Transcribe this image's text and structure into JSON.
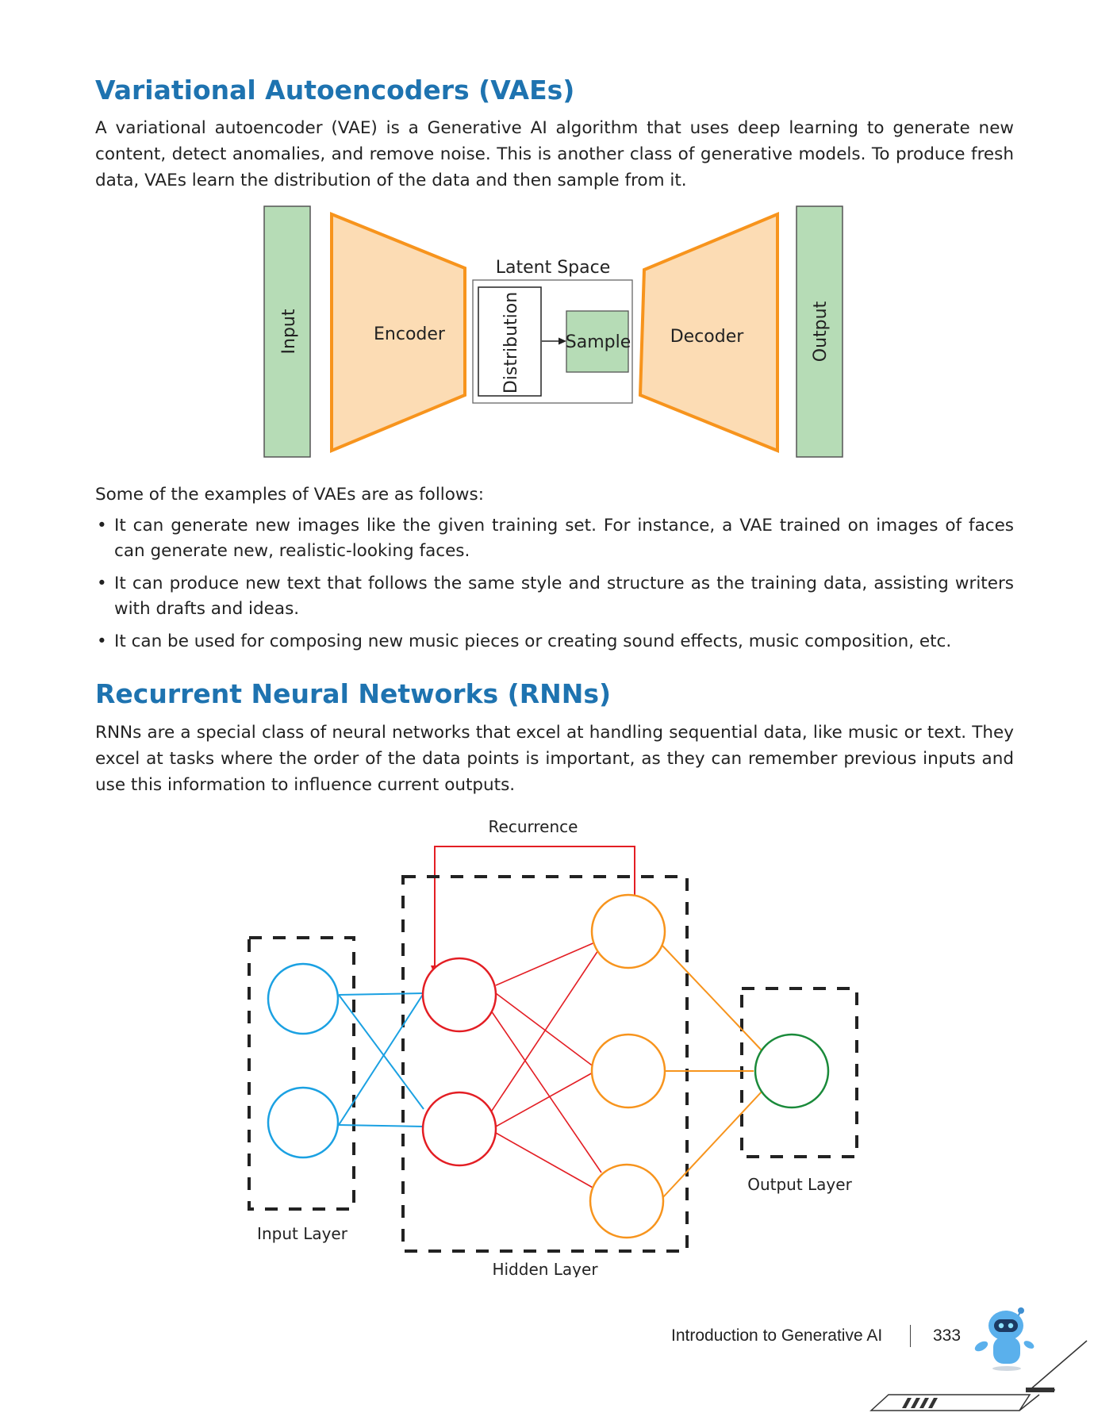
{
  "vae": {
    "heading": "Variational Autoencoders (VAEs)",
    "paragraph": "A variational autoencoder (VAE) is a Generative AI algorithm that uses deep learning to generate new content, detect anomalies, and remove noise. This is another class of generative models. To produce fresh data, VAEs learn the distribution of the data and then sample from it.",
    "diagram": {
      "input": "Input",
      "encoder": "Encoder",
      "latent_space": "Latent Space",
      "distribution": "Distribution",
      "sample": "Sample",
      "decoder": "Decoder",
      "output": "Output",
      "colors": {
        "orange": "#f7941d",
        "orange_fill": "#fcdcb4",
        "green_fill": "#b6dcb6"
      }
    },
    "examples_intro": "Some of the examples of VAEs are as follows:",
    "examples": [
      "It can generate new images like the given training set. For instance, a VAE trained on images of faces can generate new, realistic-looking faces.",
      "It can produce new text that follows the same style and structure as the training data, assisting writers with drafts and ideas.",
      "It can be used for composing new music pieces or creating sound effects, music composition, etc."
    ]
  },
  "rnn": {
    "heading": "Recurrent Neural Networks (RNNs)",
    "paragraph": "RNNs are a special class of neural networks that excel at handling sequential data, like music or text. They excel at tasks where the order of the data points is important, as they can remember previous inputs and use this information to influence current outputs.",
    "diagram": {
      "recurrence": "Recurrence",
      "input_layer": "Input Layer",
      "hidden_layer": "Hidden Layer",
      "output_layer": "Output Layer",
      "colors": {
        "input": "#1ba1e2",
        "hidden1": "#e31e24",
        "hidden2": "#f7941d",
        "output": "#1a8a3a"
      }
    }
  },
  "footer": {
    "title": "Introduction to Generative AI",
    "page_number": "333"
  }
}
